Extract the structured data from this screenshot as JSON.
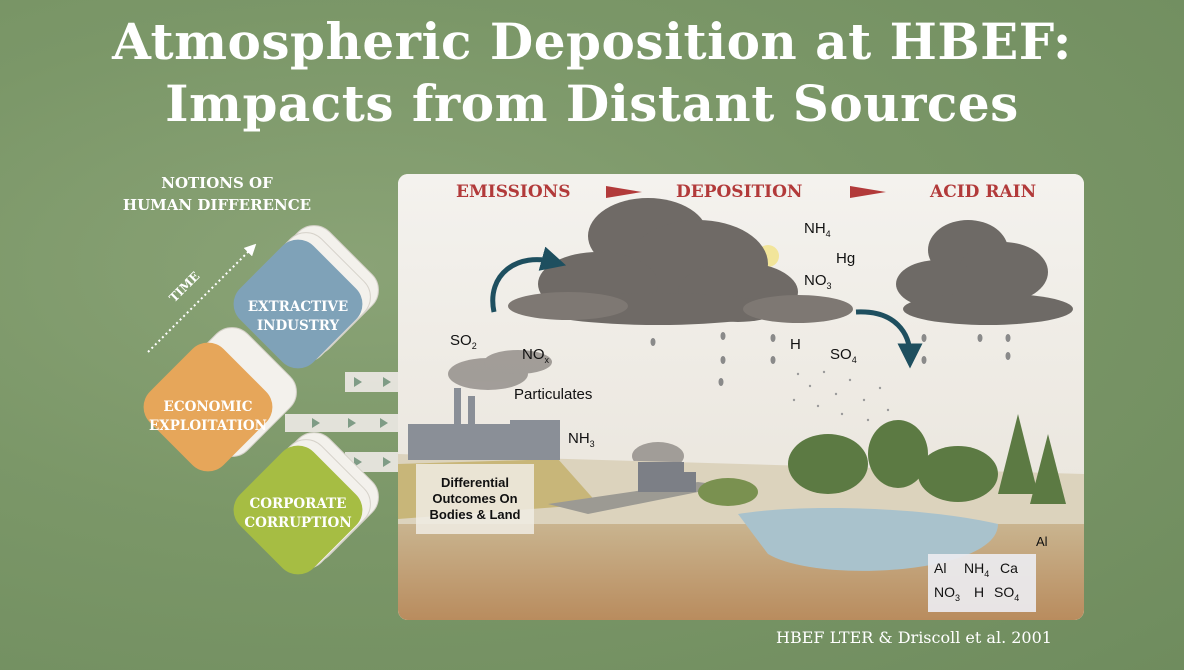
{
  "title": {
    "line1": "Atmospheric Deposition at HBEF:",
    "line2": "Impacts from Distant Sources"
  },
  "notions": {
    "line1": "NOTIONS OF",
    "line2": "HUMAN DIFFERENCE"
  },
  "time_label": "TIME",
  "diamonds": [
    {
      "line1": "EXTRACTIVE",
      "line2": "INDUSTRY",
      "color": "#7fa2b8"
    },
    {
      "line1": "ECONOMIC",
      "line2": "EXPLOITATION",
      "color": "#e6a65a"
    },
    {
      "line1": "CORPORATE",
      "line2": "CORRUPTION",
      "color": "#a6bd43"
    }
  ],
  "stages": {
    "emissions": "EMISSIONS",
    "deposition": "DEPOSITION",
    "acid_rain": "ACID RAIN"
  },
  "chemicals": {
    "so2": "SO",
    "so2_sub": "2",
    "nox": "NO",
    "nox_sub": "x",
    "particulates": "Particulates",
    "nh3": "NH",
    "nh3_sub": "3",
    "nh4": "NH",
    "nh4_sub": "4",
    "hg": "Hg",
    "no3": "NO",
    "no3_sub": "3",
    "h": "H",
    "so4": "SO",
    "so4_sub": "4",
    "al": "Al"
  },
  "outcomes": {
    "line1": "Differential",
    "line2": "Outcomes On",
    "line3": "Bodies & Land"
  },
  "ion_box": {
    "al": "Al",
    "nh4": "NH",
    "nh4_sub": "4",
    "ca": "Ca",
    "no3": "NO",
    "no3_sub": "3",
    "h": "H",
    "so4": "SO",
    "so4_sub": "4"
  },
  "credit": "HBEF LTER & Driscoll et al. 2001",
  "colors": {
    "stage_red": "#b23a3a",
    "arrow_teal": "#1e4f5f",
    "background_green": "#7b9768"
  }
}
